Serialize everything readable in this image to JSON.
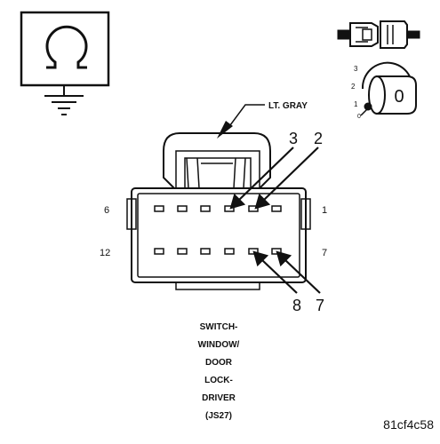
{
  "wire_color_label": "LT. GRAY",
  "connector_name_lines": [
    "SWITCH-",
    "WINDOW/",
    "DOOR",
    "LOCK-",
    "DRIVER",
    "(JS27)"
  ],
  "row_end_labels": {
    "top_left": "6",
    "top_right": "1",
    "bottom_left": "12",
    "bottom_right": "7"
  },
  "callout_pins": {
    "pin_3": "3",
    "pin_2": "2",
    "pin_8": "8",
    "pin_7": "7"
  },
  "key_switch_position_labels": [
    "3",
    "2",
    "1",
    "0"
  ],
  "key_switch_face_label": "0",
  "image_code": "81cf4c58",
  "colors": {
    "line": "#111111",
    "background": "#ffffff"
  },
  "icons": {
    "ground_symbol": "ground-icon",
    "omega_symbol": "omega-icon",
    "plug_symbol": "plug-connector-icon",
    "key_switch_symbol": "key-switch-icon"
  }
}
